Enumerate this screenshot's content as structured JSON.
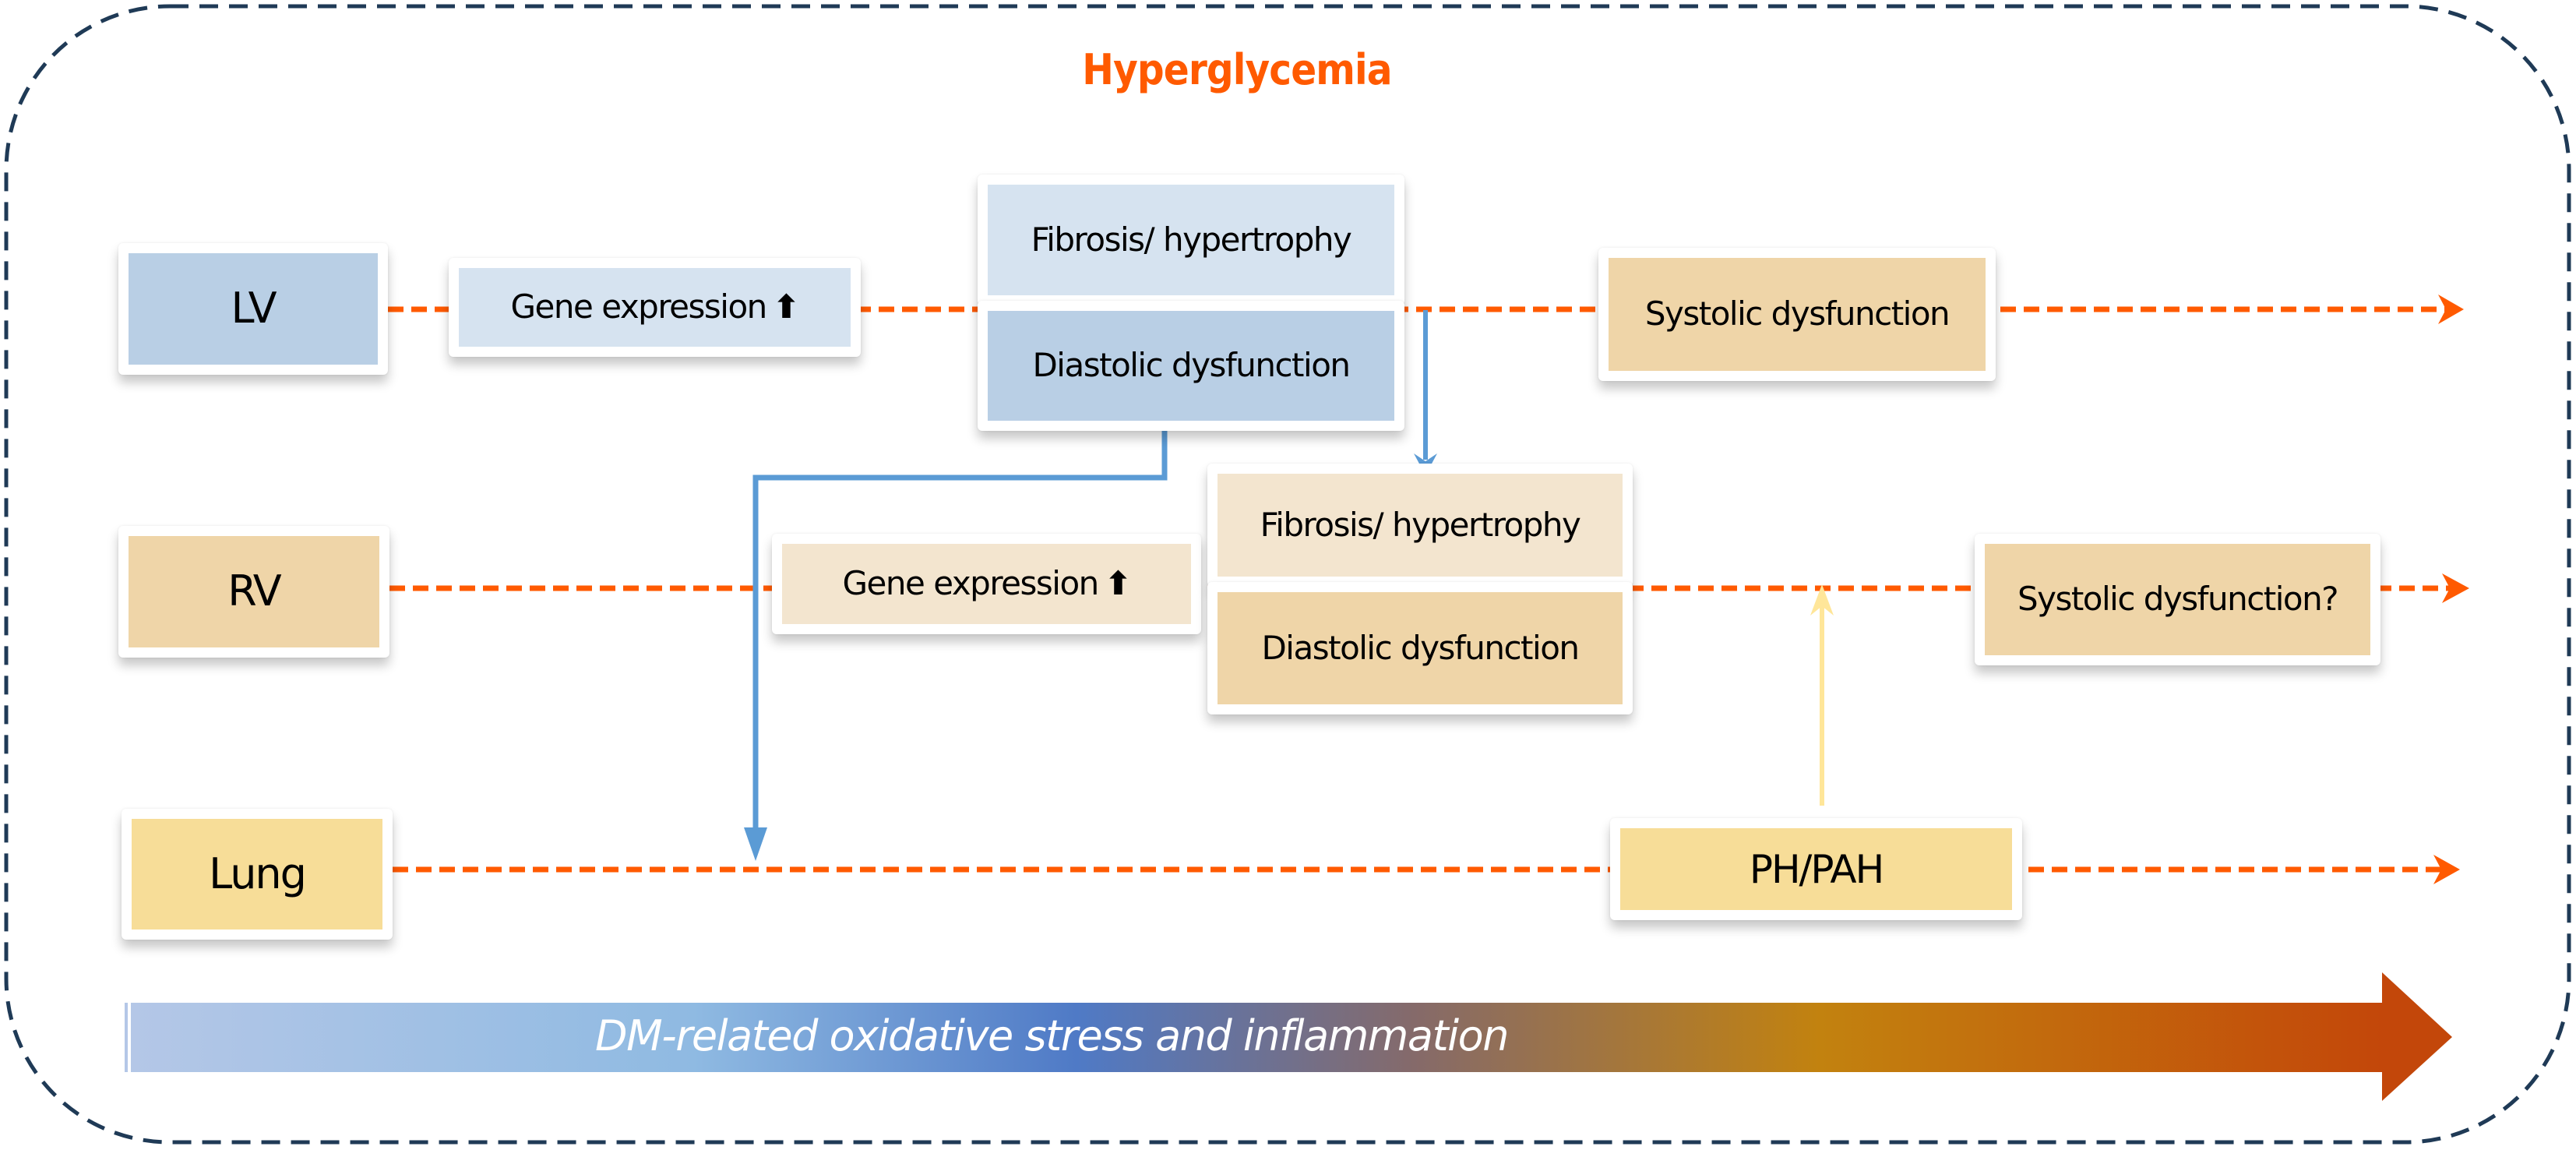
{
  "title": "Hyperglycemia",
  "colors": {
    "title": "#ff5a00",
    "frame": "#1f3a56",
    "timeline": "#ff5a00",
    "connector_blue": "#5b9bd5",
    "connector_yellow": "#ffe699",
    "lv_dark": "#b9cfe5",
    "lv_light": "#d6e3f0",
    "rv_dark": "#efd5a8",
    "rv_light": "#f3e5cf",
    "lung": "#f7dd98",
    "gradient_stops": [
      "#b4c7e7",
      "#8fbae2",
      "#4f7ac6",
      "#856a6a",
      "#c2820f",
      "#c3470a"
    ]
  },
  "rows": [
    {
      "id": "lv",
      "label": "LV",
      "gene_expression": "Gene expression",
      "gene_expression_icon": "up-arrow-icon",
      "fibrosis": "Fibrosis/ hypertrophy",
      "diastolic": "Diastolic dysfunction",
      "systolic": "Systolic dysfunction"
    },
    {
      "id": "rv",
      "label": "RV",
      "gene_expression": "Gene expression",
      "gene_expression_icon": "up-arrow-icon",
      "fibrosis": "Fibrosis/ hypertrophy",
      "diastolic": "Diastolic dysfunction",
      "systolic": "Systolic dysfunction?"
    },
    {
      "id": "lung",
      "label": "Lung",
      "ph": "PH/PAH"
    }
  ],
  "up_arrow_glyph": "🠕",
  "gradient_arrow_label": "DM-related oxidative stress and inflammation"
}
